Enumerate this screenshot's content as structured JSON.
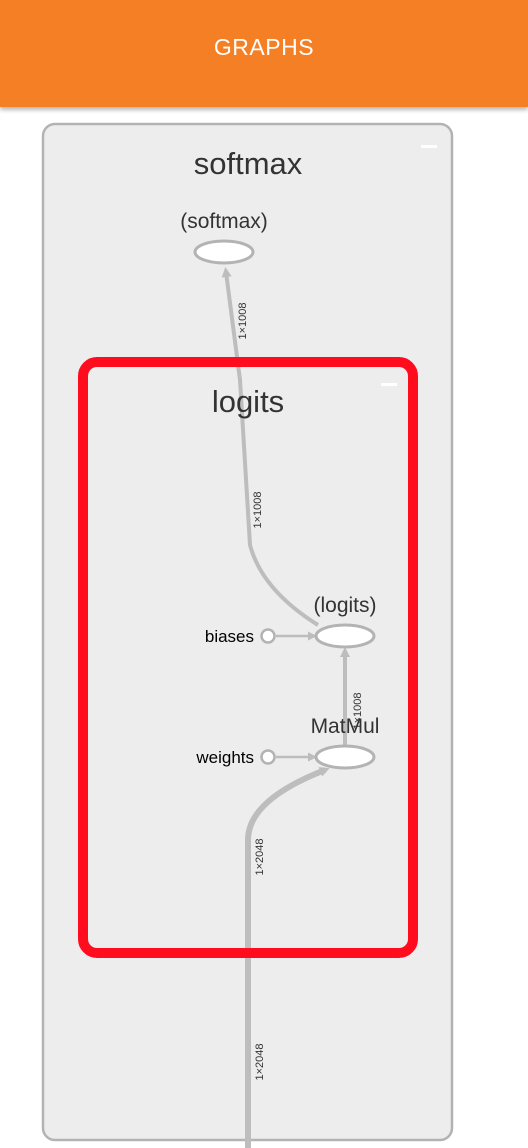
{
  "header": {
    "title": "GRAPHS"
  },
  "colors": {
    "header_bg": "#f57f24",
    "group_fill": "#ededed",
    "group_stroke": "#b3b3b3",
    "selected_stroke": "#ff0d1f",
    "edge": "#bdbdbd",
    "op_node_fill": "#ffffff",
    "op_node_stroke": "#b3b3b3"
  },
  "graph": {
    "outer_group": {
      "name": "softmax",
      "collapse_icon": "minus-icon"
    },
    "inner_group": {
      "name": "logits",
      "selected": true,
      "collapse_icon": "minus-icon"
    },
    "nodes": {
      "softmax_op": "(softmax)",
      "logits_op": "(logits)",
      "matmul_op": "MatMul",
      "biases": "biases",
      "weights": "weights"
    },
    "edges": {
      "logits_to_softmax_upper": "1×1008",
      "logits_to_softmax_lower": "1×1008",
      "matmul_to_logits": "1×1008",
      "input_to_matmul": "1×2048",
      "input_bottom": "1×2048"
    }
  }
}
